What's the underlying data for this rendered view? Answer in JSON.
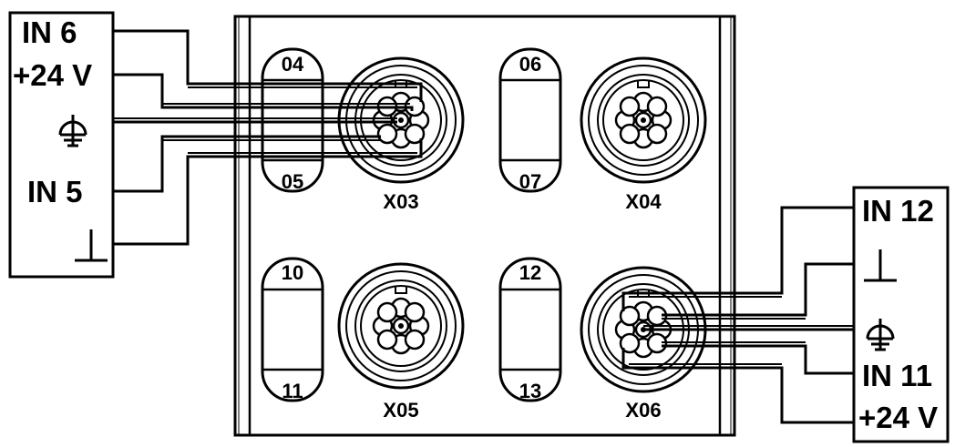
{
  "left_terminal": {
    "in6": "IN 6",
    "plus24": "+24 V",
    "in5": "IN 5"
  },
  "right_terminal": {
    "in12": "IN 12",
    "in11": "IN 11",
    "plus24": "+24 V"
  },
  "module": {
    "led_labels": {
      "l04": "04",
      "l05": "05",
      "l06": "06",
      "l07": "07",
      "l10": "10",
      "l11": "11",
      "l12": "12",
      "l13": "13"
    },
    "ports": {
      "x03": "X03",
      "x04": "X04",
      "x05": "X05",
      "x06": "X06"
    }
  },
  "icons": [
    "ground-icon",
    "functional-earth-icon"
  ]
}
